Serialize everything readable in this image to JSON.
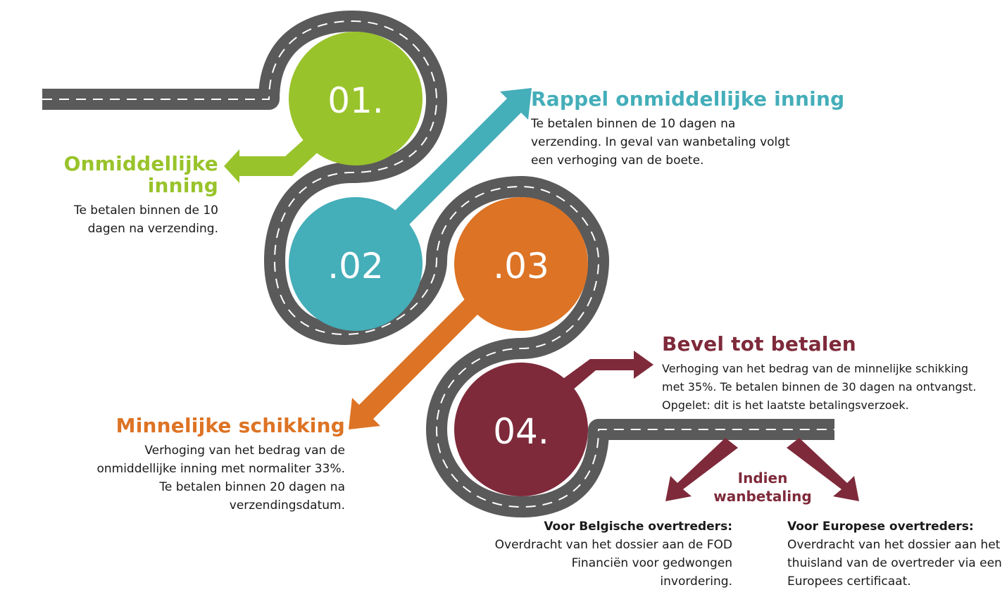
{
  "colors": {
    "green": "#99c32b",
    "teal": "#44aeb9",
    "orange": "#dd7324",
    "maroon": "#7e2a3a",
    "road": "#5a5a5a",
    "lane": "#ffffff"
  },
  "steps": [
    {
      "number": "01.",
      "title": "Onmiddellijke inning",
      "lines": [
        "Te betalen binnen de 10",
        "dagen na verzending."
      ]
    },
    {
      "number": ".02",
      "title": "Rappel onmiddellijke inning",
      "lines": [
        "Te betalen binnen de 10 dagen na",
        "verzending. In geval van wanbetaling volgt",
        "een verhoging van de boete."
      ]
    },
    {
      "number": ".03",
      "title": "Minnelijke schikking",
      "lines": [
        "Verhoging van het bedrag van de",
        "onmiddellijke inning met normaliter 33%.",
        "Te betalen binnen 20 dagen na",
        "verzendingsdatum."
      ]
    },
    {
      "number": "04.",
      "title": "Bevel tot betalen",
      "lines": [
        "Verhoging van het bedrag van de minnelijke schikking",
        "met 35%. Te betalen binnen de 30 dagen na ontvangst.",
        "Opgelet: dit is het laatste betalingsverzoek."
      ]
    }
  ],
  "condition": {
    "lines": [
      "Indien",
      "wanbetaling"
    ]
  },
  "outcomes": [
    {
      "title": "Voor Belgische overtreders:",
      "lines": [
        "Overdracht van het dossier aan de FOD",
        "Financiën voor gedwongen",
        "invordering."
      ]
    },
    {
      "title": "Voor Europese overtreders:",
      "lines": [
        "Overdracht van het dossier aan het",
        "thuisland van de overtreder via een",
        "Europees certificaat."
      ]
    }
  ]
}
